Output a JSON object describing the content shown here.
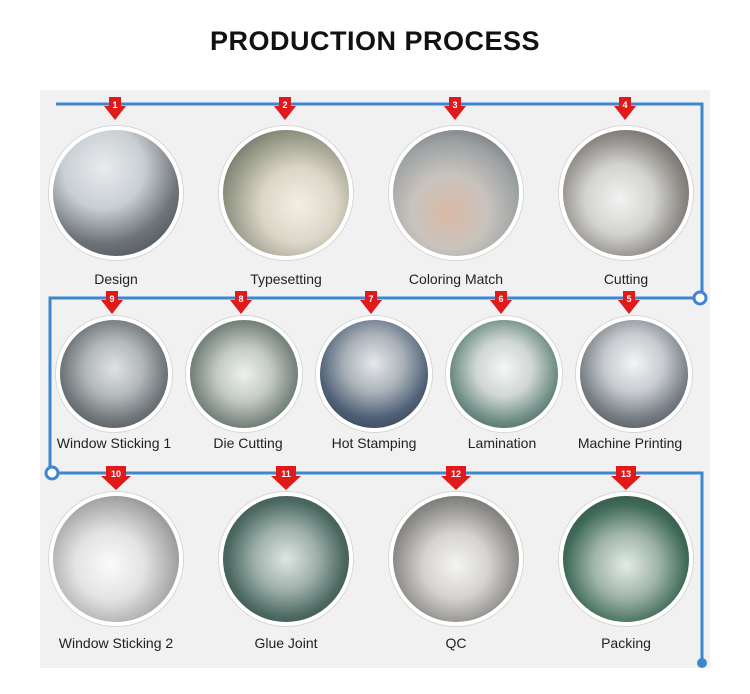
{
  "title": "PRODUCTION PROCESS",
  "colors": {
    "flow_line": "#3f86d1",
    "marker": "#e0191b",
    "panel": "#f1f1f1"
  },
  "steps": [
    {
      "number": "1",
      "label": "Design"
    },
    {
      "number": "2",
      "label": "Typesetting"
    },
    {
      "number": "3",
      "label": "Coloring Match"
    },
    {
      "number": "4",
      "label": "Cutting"
    },
    {
      "number": "5",
      "label": "Machine Printing"
    },
    {
      "number": "6",
      "label": "Lamination"
    },
    {
      "number": "7",
      "label": "Hot Stamping"
    },
    {
      "number": "8",
      "label": "Die Cutting"
    },
    {
      "number": "9",
      "label": "Window Sticking 1"
    },
    {
      "number": "10",
      "label": "Window Sticking 2"
    },
    {
      "number": "11",
      "label": "Glue Joint"
    },
    {
      "number": "12",
      "label": "QC"
    },
    {
      "number": "13",
      "label": "Packing"
    }
  ]
}
